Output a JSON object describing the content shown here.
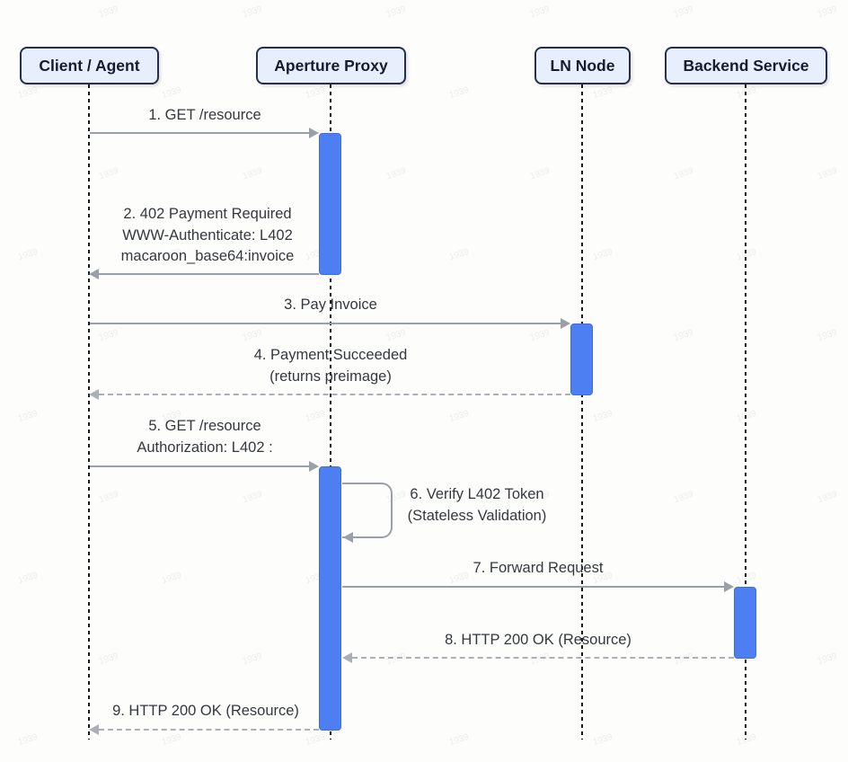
{
  "diagram": {
    "type": "sequence",
    "participants": [
      {
        "id": "client",
        "label": "Client / Agent"
      },
      {
        "id": "aperture",
        "label": "Aperture Proxy"
      },
      {
        "id": "ln",
        "label": "LN Node"
      },
      {
        "id": "backend",
        "label": "Backend Service"
      }
    ],
    "messages": [
      {
        "num": 1,
        "from": "client",
        "to": "aperture",
        "style": "solid",
        "lines": [
          "1. GET /resource"
        ]
      },
      {
        "num": 2,
        "from": "aperture",
        "to": "client",
        "style": "solid",
        "lines": [
          "2. 402 Payment Required",
          "WWW-Authenticate: L402",
          "macaroon_base64:invoice"
        ]
      },
      {
        "num": 3,
        "from": "client",
        "to": "ln",
        "style": "solid",
        "lines": [
          "3. Pay Invoice"
        ]
      },
      {
        "num": 4,
        "from": "ln",
        "to": "client",
        "style": "dashed",
        "lines": [
          "4. Payment Succeeded",
          "(returns preimage)"
        ]
      },
      {
        "num": 5,
        "from": "client",
        "to": "aperture",
        "style": "solid",
        "lines": [
          "5. GET /resource",
          "Authorization: L402 :"
        ]
      },
      {
        "num": 6,
        "from": "aperture",
        "to": "aperture",
        "style": "self",
        "lines": [
          "6. Verify L402 Token",
          "(Stateless Validation)"
        ]
      },
      {
        "num": 7,
        "from": "aperture",
        "to": "backend",
        "style": "solid",
        "lines": [
          "7. Forward Request"
        ]
      },
      {
        "num": 8,
        "from": "backend",
        "to": "aperture",
        "style": "dashed",
        "lines": [
          "8. HTTP 200 OK (Resource)"
        ]
      },
      {
        "num": 9,
        "from": "aperture",
        "to": "client",
        "style": "dashed",
        "lines": [
          "9. HTTP 200 OK (Resource)"
        ]
      }
    ]
  },
  "colors": {
    "activation_bar": "#4d7ef2",
    "participant_fill": "#e8effc",
    "participant_border": "#26304a",
    "arrow_solid": "#9aa0a8",
    "arrow_dashed": "#abb0b8",
    "lifeline": "#17181a",
    "message_text": "#34383e",
    "background": "#fdfdfc"
  },
  "watermark": {
    "text": "1939"
  }
}
